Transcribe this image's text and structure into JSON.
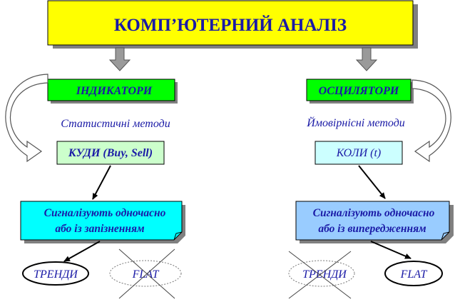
{
  "title": "КОМП’ЮТЕРНИЙ АНАЛІЗ",
  "left": {
    "header": "ІНДИКАТОРИ",
    "method": "Статистичні методи",
    "question": "КУДИ (Buy, Sell)",
    "signal_line1": "Сигналізують одночасно",
    "signal_line2": "або із запізненням",
    "result_active": "ТРЕНДИ",
    "result_crossed": "FLAT"
  },
  "right": {
    "header": "ОСЦИЛЯТОРИ",
    "method": "Ймовірнісні методи",
    "question": "КОЛИ (t)",
    "signal_line1": "Сигналізують одночасно",
    "signal_line2": "або із випередженням",
    "result_crossed": "ТРЕНДИ",
    "result_active": "FLAT"
  },
  "colors": {
    "title_fill": "#ffff00",
    "header_fill": "#00ff00",
    "left_question_fill": "#ccffcc",
    "right_question_fill": "#ccffff",
    "left_signal_fill": "#00ffff",
    "right_signal_fill": "#99ccff",
    "text": "#1a1aa6"
  }
}
